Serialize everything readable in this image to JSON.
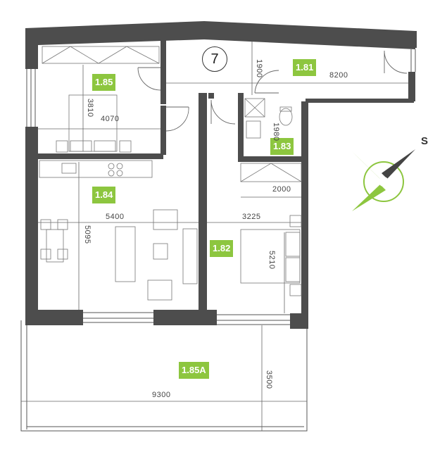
{
  "unit_number": "7",
  "rooms": [
    {
      "id": "1.85",
      "label": "1.85"
    },
    {
      "id": "1.81",
      "label": "1.81"
    },
    {
      "id": "1.83",
      "label": "1.83"
    },
    {
      "id": "1.84",
      "label": "1.84"
    },
    {
      "id": "1.82",
      "label": "1.82"
    },
    {
      "id": "1.85A",
      "label": "1.85A"
    }
  ],
  "dimensions": {
    "d_4070": "4070",
    "d_3810": "3810",
    "d_1900": "1900",
    "d_8200": "8200",
    "d_1980": "1980",
    "d_2000": "2000",
    "d_5400": "5400",
    "d_3225": "3225",
    "d_5095": "5095",
    "d_5210": "5210",
    "d_3500": "3500",
    "d_9300": "9300"
  },
  "compass": {
    "south_label": "S",
    "colors": {
      "green": "#8dc63f",
      "dark": "#444444"
    }
  },
  "colors": {
    "wall": "#4d4d4d",
    "label_bg": "#8dc63f"
  }
}
